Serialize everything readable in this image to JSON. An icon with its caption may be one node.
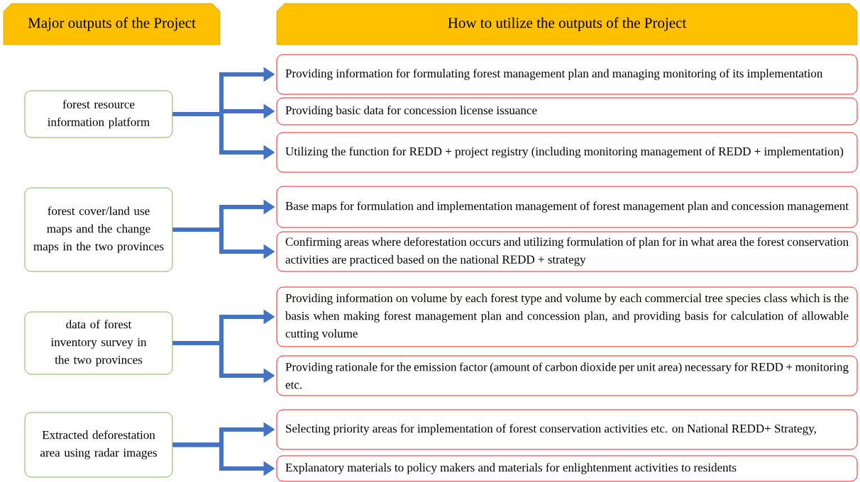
{
  "diagram": {
    "nodes": [
      {
        "text": [
          "Major outputs of the Project"
        ]
      },
      {
        "text": [
          "How to utilize the outputs of the Project"
        ]
      },
      {
        "text": [
          "forest resource information platform"
        ]
      },
      {
        "text": [
          "Providing information for formulating forest management plan and managing monitoring of its implementation"
        ]
      },
      {
        "text": [
          "Providing basic data for concession license issuance"
        ]
      },
      {
        "text": [
          "Utilizing the function for REDD + project registry (including monitoring management of REDD + implementation)"
        ]
      },
      {
        "text": [
          "forest cover/land use maps and the change maps in the two provinces"
        ]
      },
      {
        "text": [
          "Base maps  for formulation and implementation management of forest management plan and concession management"
        ]
      },
      {
        "text": [
          "Confirming areas where deforestation occurs and utilizing formulation of plan for in what area the forest conservation activities are practiced based on the national REDD + strategy"
        ]
      },
      {
        "text": [
          "data of forest inventory survey in the two provinces"
        ]
      },
      {
        "text": [
          "Providing information on volume by each forest type and volume by each commercial tree species class which is the basis when making forest management plan and concession plan, and providing basis for calculation of allowable cutting volume"
        ]
      },
      {
        "text": [
          "Providing rationale for the emission factor (amount of carbon dioxide per unit area) necessary for REDD + monitoring etc."
        ]
      },
      {
        "text": [
          "Extracted deforestation area using radar images"
        ]
      },
      {
        "text": [
          "Selecting priority areas for implementation of forest conservation activities etc. on National REDD+ Strategy,"
        ]
      },
      {
        "text": [
          "Explanatory materials to policy makers and materials for enlightenment activities to residents"
        ]
      }
    ],
    "edges": [
      {
        "from": 2,
        "to": 3,
        "arrow": "to"
      },
      {
        "from": 2,
        "to": 4,
        "arrow": "to"
      },
      {
        "from": 2,
        "to": 5,
        "arrow": "to"
      },
      {
        "from": 6,
        "to": 7,
        "arrow": "to"
      },
      {
        "from": 6,
        "to": 8,
        "arrow": "to"
      },
      {
        "from": 9,
        "to": 10,
        "arrow": "to"
      },
      {
        "from": 9,
        "to": 11,
        "arrow": "to"
      },
      {
        "from": 12,
        "to": 13,
        "arrow": "to"
      },
      {
        "from": 12,
        "to": 14,
        "arrow": "to"
      }
    ]
  }
}
